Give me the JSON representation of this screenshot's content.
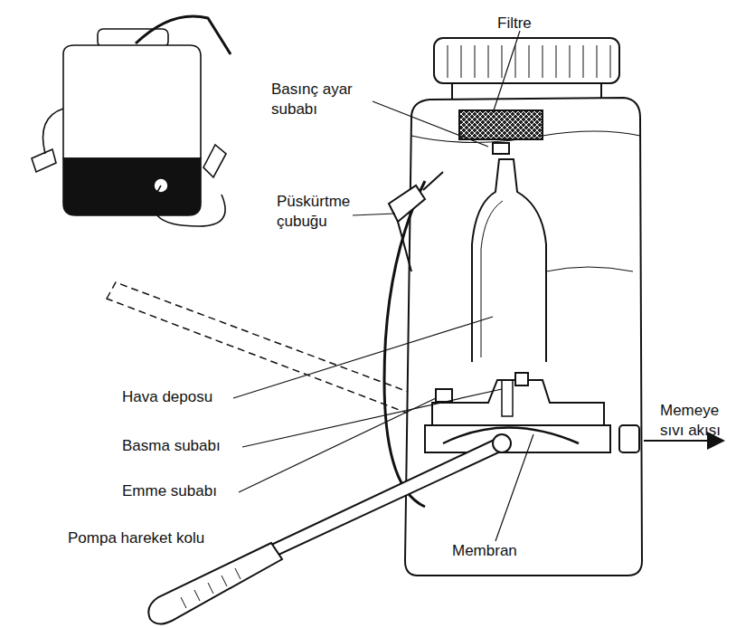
{
  "diagram": {
    "labels": [
      "Filtre",
      "Basınç ayar subabı",
      "Püskürtme çubuğu",
      "Hava deposu",
      "Basma subabı",
      "Emme subabı",
      "Pompa hareket kolu",
      "Membran",
      "Memeye sıvı akışı"
    ]
  }
}
